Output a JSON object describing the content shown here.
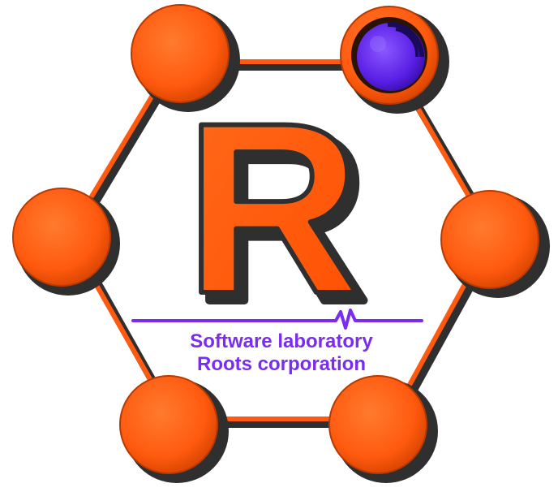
{
  "logo": {
    "letter": "R",
    "tagline_line1": "Software laboratory",
    "tagline_line2": "Roots corporation"
  },
  "colors": {
    "orange": "#ff5a0f",
    "shadow": "#2f2f2f",
    "purple": "#7a2cf0",
    "lens": "#5b1fe6",
    "background": "#ffffff"
  },
  "icons": {
    "node": "circle-node-icon",
    "lens": "purple-lens-icon",
    "pulse": "heartbeat-line-icon"
  }
}
